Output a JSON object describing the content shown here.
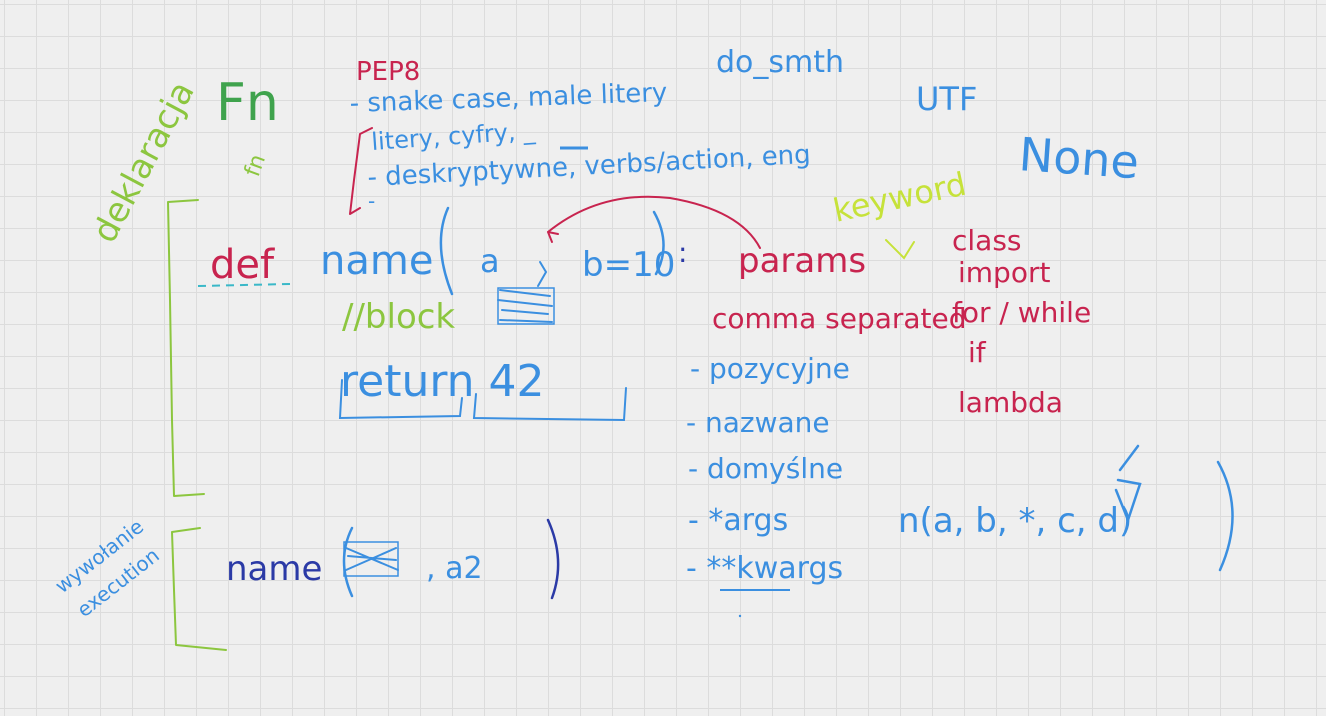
{
  "colors": {
    "background": "#efefef",
    "grid": "#dcdcdc",
    "green": "#8cc63f",
    "dark_green": "#3fa34d",
    "blue": "#3b8fe0",
    "dark_blue": "#2b3aa6",
    "red": "#c8244f",
    "lime": "#c6e23a",
    "teal": "#3ab8c8"
  },
  "notes": {
    "fn": "Fn",
    "fn_small": "fn",
    "deklaracja": "deklaracja",
    "pep8": "PEP8",
    "pep8_line1": "- snake case, male litery",
    "pep8_line2": "litery, cyfry, _",
    "pep8_line3": "- deskryptywne, verbs/action, eng",
    "pep8_line4": "-",
    "do_smth": "do_smth",
    "utf": "UTF",
    "none": "None",
    "keyword": "keyword",
    "kw_class": "class",
    "kw_import": "import",
    "kw_for_while": "for / while",
    "kw_if": "if",
    "kw_lambda": "lambda",
    "def_kw": "def",
    "def_name": "name",
    "param_a": "a",
    "param_b": "b=10",
    "colon": ":",
    "params_label": "params",
    "comma_sep": "comma separated",
    "block_comment": "//block",
    "return_stmt": "return 42",
    "arg_pozycyjne": "- pozycyjne",
    "arg_nazwane": "- nazwane",
    "arg_domyslne": "- domyślne",
    "arg_args": "- *args",
    "arg_kwargs": "- **kwargs",
    "sig_example": "n(a, b, *, c, d)",
    "wywolanie": "wywołanie",
    "execution": "execution",
    "call_name": "name",
    "call_arg": ", a2"
  }
}
